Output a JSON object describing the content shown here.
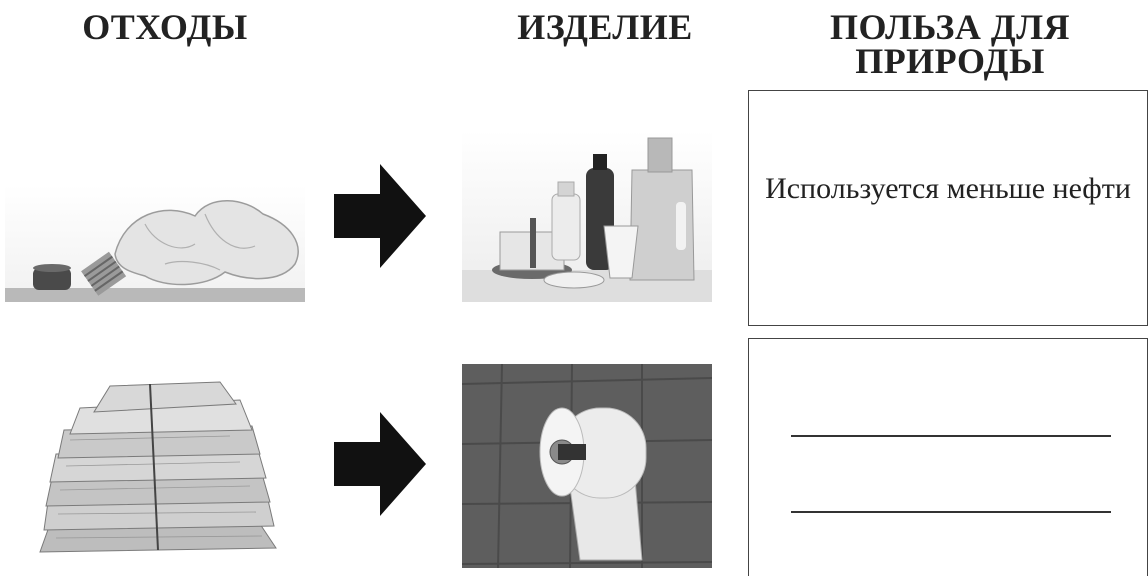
{
  "headers": {
    "waste": "ОТХОДЫ",
    "product": "ИЗДЕЛИЕ",
    "benefit": "ПОЛЬЗА ДЛЯ ПРИРОДЫ"
  },
  "rows": [
    {
      "waste_image": "plastic-bottles",
      "product_image": "plastic-products",
      "benefit_text": "Используется меньше нефти"
    },
    {
      "waste_image": "newspapers-stack",
      "product_image": "toilet-paper-roll",
      "benefit_text": "",
      "blank_lines": 2
    }
  ],
  "colors": {
    "arrow": "#111111",
    "border": "#444444",
    "text": "#222222"
  }
}
